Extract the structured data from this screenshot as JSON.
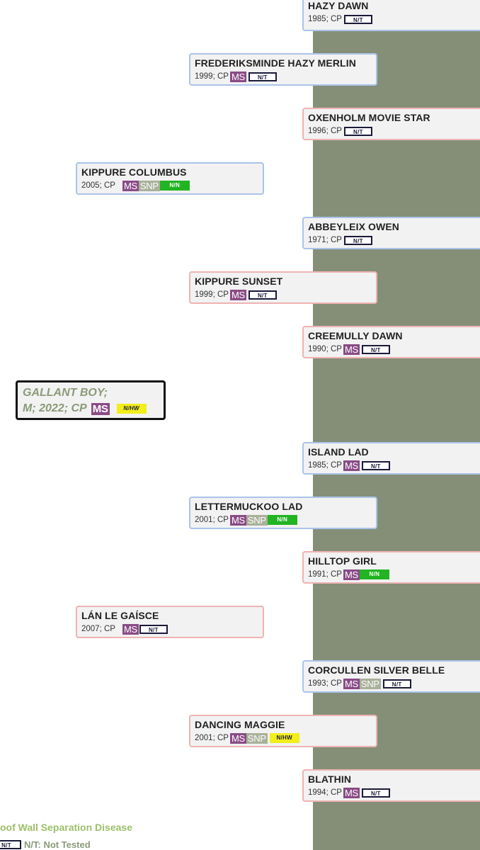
{
  "subject": {
    "name": "GALLANT BOY;",
    "details": "M; 2022; CP",
    "tests": [
      "MS"
    ],
    "status": "N/HW"
  },
  "horses": [
    {
      "name": "HAZY DAWN",
      "info": "1985; CP",
      "ms": "",
      "snp": "",
      "status": "N/T"
    },
    {
      "name": "FREDERIKSMINDE HAZY MERLIN",
      "info": "1999; CP",
      "ms": "MS",
      "snp": "",
      "status": "N/T"
    },
    {
      "name": "OXENHOLM MOVIE STAR",
      "info": "1996; CP",
      "ms": "",
      "snp": "",
      "status": "N/T"
    },
    {
      "name": "KIPPURE COLUMBUS",
      "info": "2005; CP",
      "ms": "MS",
      "snp": "SNP",
      "status": "N/N"
    },
    {
      "name": "ABBEYLEIX OWEN",
      "info": "1971; CP",
      "ms": "",
      "snp": "",
      "status": "N/T"
    },
    {
      "name": "KIPPURE SUNSET",
      "info": "1999; CP",
      "ms": "MS",
      "snp": "",
      "status": "N/T"
    },
    {
      "name": "CREEMULLY DAWN",
      "info": "1990; CP",
      "ms": "MS",
      "snp": "",
      "status": "N/T"
    },
    {
      "name": "ISLAND LAD",
      "info": "1985; CP",
      "ms": "MS",
      "snp": "",
      "status": "N/T"
    },
    {
      "name": "LETTERMUCKOO LAD",
      "info": "2001; CP",
      "ms": "MS",
      "snp": "SNP",
      "status": "N/N"
    },
    {
      "name": "HILLTOP GIRL",
      "info": "1991; CP",
      "ms": "MS",
      "snp": "",
      "status": "N/N"
    },
    {
      "name": "LÁN LE GAÍSCE",
      "info": "2007; CP",
      "ms": "MS",
      "snp": "",
      "status": "N/T"
    },
    {
      "name": "CORCULLEN SILVER BELLE",
      "info": "1993; CP",
      "ms": "MS",
      "snp": "SNP",
      "status": "N/T"
    },
    {
      "name": "DANCING MAGGIE",
      "info": "2001; CP",
      "ms": "MS",
      "snp": "SNP",
      "status": "N/HW"
    },
    {
      "name": "BLATHIN",
      "info": "1994; CP",
      "ms": "MS",
      "snp": "",
      "status": "N/T"
    }
  ],
  "legend": {
    "hwsd": "oof Wall Separation Disease",
    "nt_badge": "N/T",
    "nt_text": "N/T: Not Tested"
  },
  "colors": {
    "sire_border": "#aac4ea",
    "dam_border": "#efb3b3",
    "background_strip": "#858f78",
    "ms": "#8a4b86",
    "snp": "#a9b19a",
    "clear": "#22b422",
    "carrier": "#f2ee1a"
  }
}
